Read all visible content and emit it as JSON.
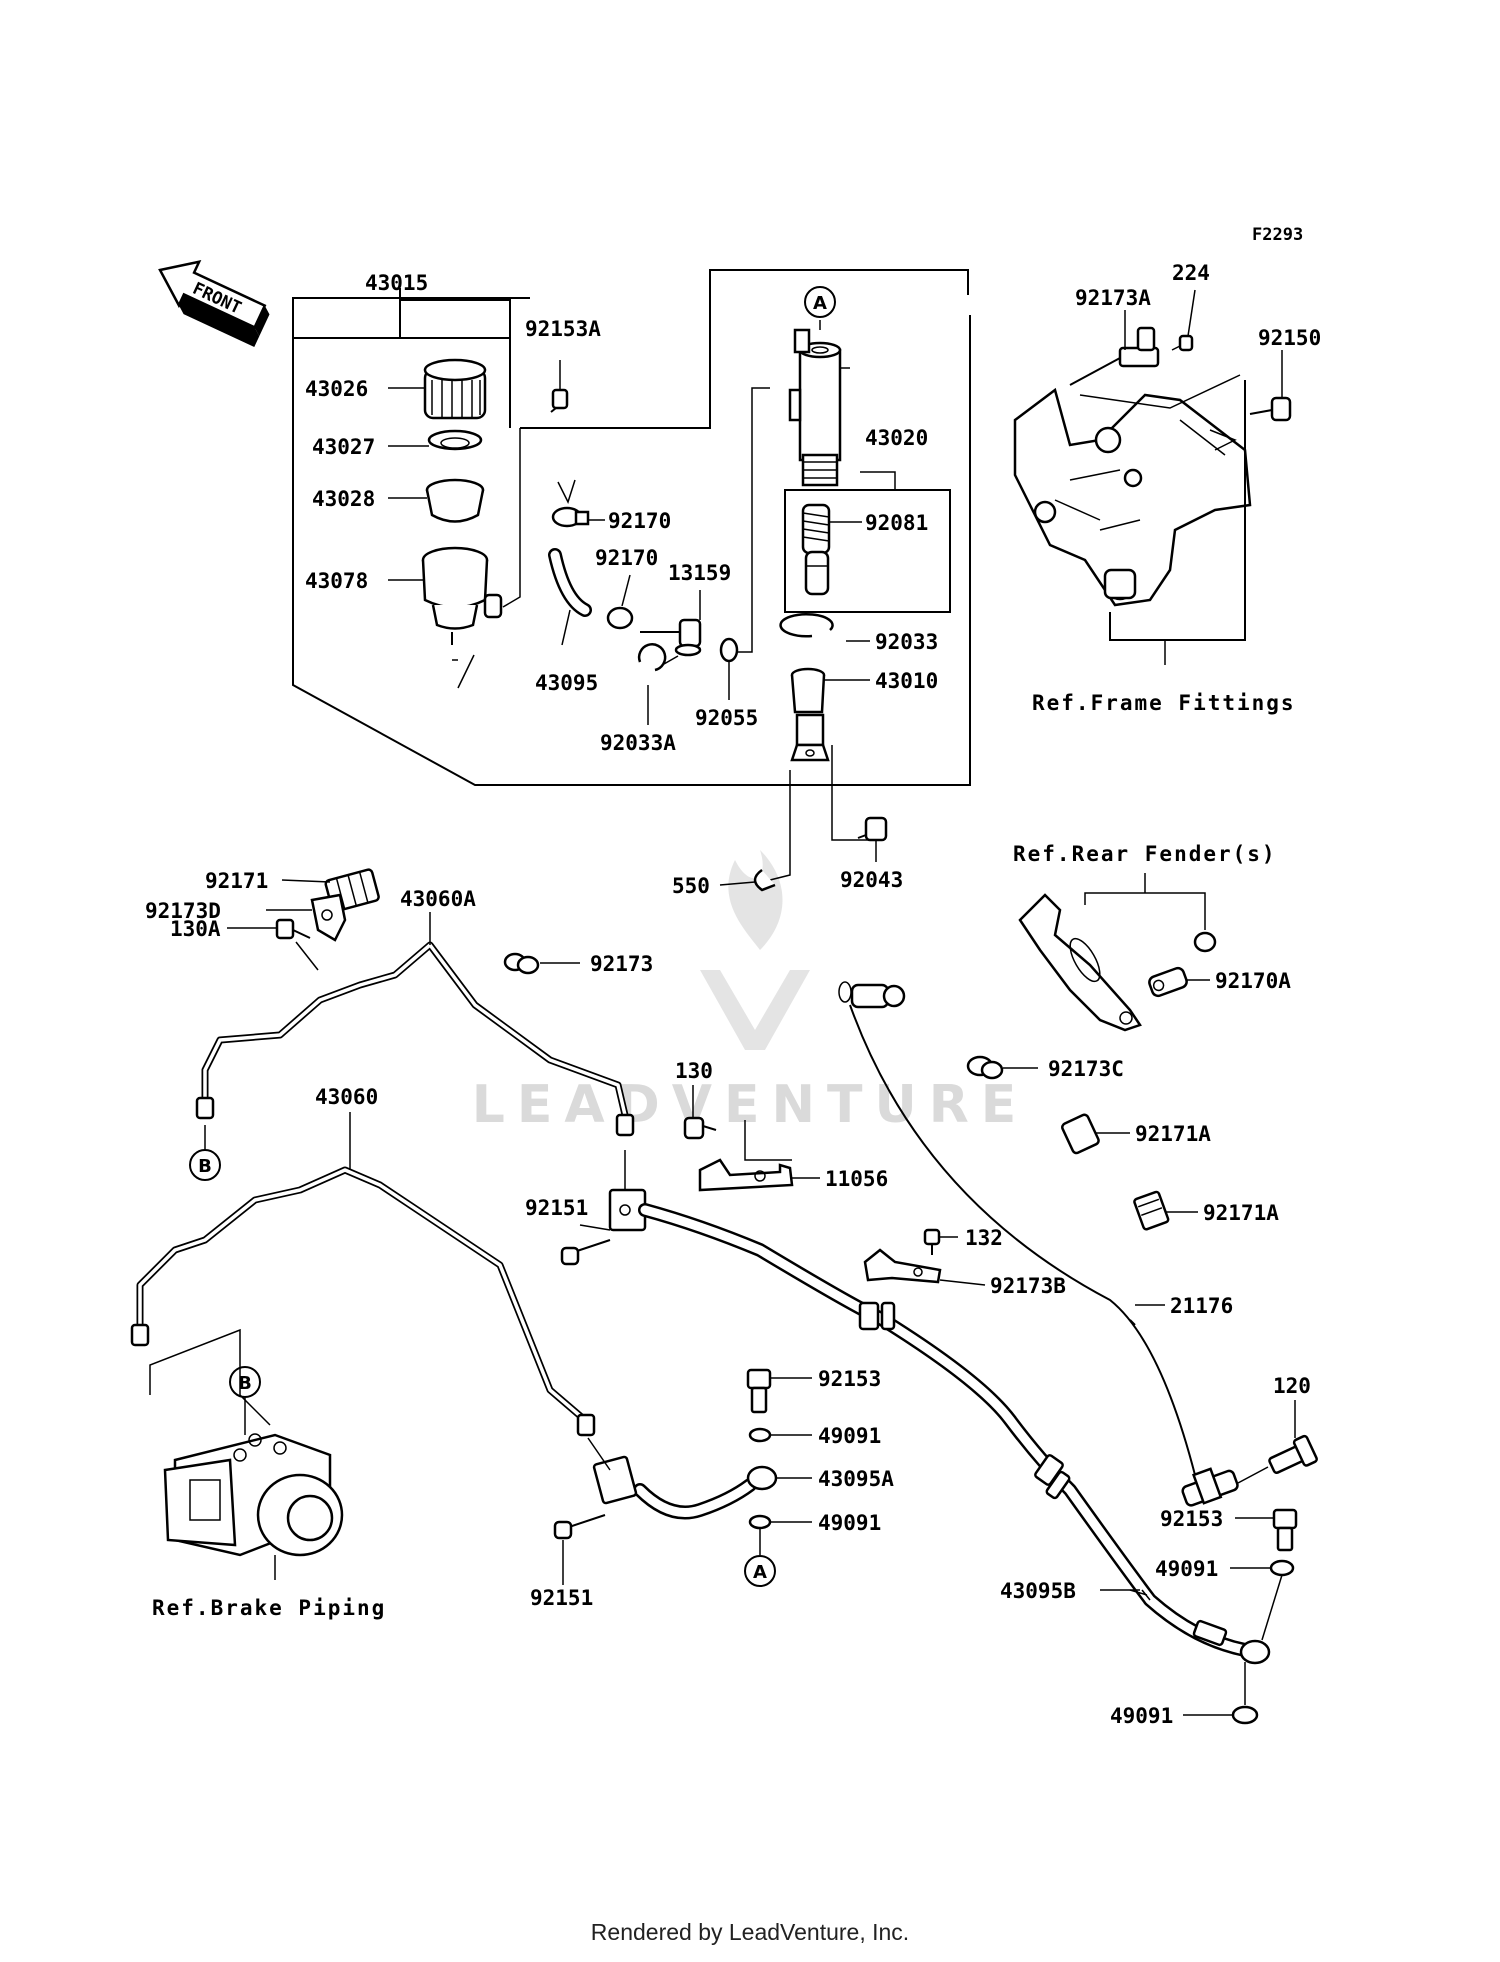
{
  "diagram_code": "F2293",
  "front_arrow": "FRONT",
  "callouts": {
    "a": "A",
    "b": "B"
  },
  "references": {
    "frame_fittings": "Ref.Frame Fittings",
    "rear_fender": "Ref.Rear Fender(s)",
    "brake_piping": "Ref.Brake Piping"
  },
  "parts": {
    "p43015": "43015",
    "p43026": "43026",
    "p43027": "43027",
    "p43028": "43028",
    "p43078": "43078",
    "p92153A": "92153A",
    "p92170a": "92170",
    "p92170b": "92170",
    "p13159": "13159",
    "p43095": "43095",
    "p92033A": "92033A",
    "p92055": "92055",
    "p43020": "43020",
    "p92081": "92081",
    "p92033": "92033",
    "p43010": "43010",
    "p92043": "92043",
    "p550": "550",
    "p92173A": "92173A",
    "p224": "224",
    "p92150": "92150",
    "p92171": "92171",
    "p92173D": "92173D",
    "p130A": "130A",
    "p43060A": "43060A",
    "p92173": "92173",
    "p92170A": "92170A",
    "p92173C": "92173C",
    "p92171Aa": "92171A",
    "p92171Ab": "92171A",
    "p130": "130",
    "p11056": "11056",
    "p43060": "43060",
    "p92151a": "92151",
    "p132": "132",
    "p92173B": "92173B",
    "p21176": "21176",
    "p92153a": "92153",
    "p49091a": "49091",
    "p43095A": "43095A",
    "p49091b": "49091",
    "p120": "120",
    "p92151b": "92151",
    "p92153b": "92153",
    "p49091c": "49091",
    "p43095B": "43095B",
    "p49091d": "49091"
  },
  "watermark": "LEADVENTURE",
  "footer": "Rendered by LeadVenture, Inc."
}
